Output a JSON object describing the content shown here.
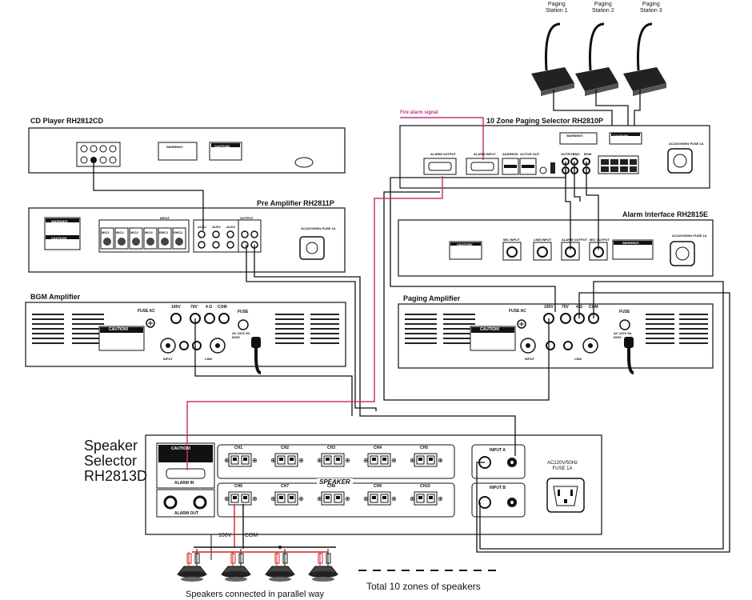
{
  "stations": [
    {
      "line1": "Paging",
      "line2": "Station 1"
    },
    {
      "line1": "Paging",
      "line2": "Station 2"
    },
    {
      "line1": "Paging",
      "line2": "Station 3"
    }
  ],
  "fire_alarm_signal": "Fire alarm signal",
  "devices": {
    "paging_selector": "10 Zone Paging Selector RH2810P",
    "cd_player": "CD Player RH2812CD",
    "pre_amp": "Pre Amplifier RH2811P",
    "alarm_interface": "Alarm Interface RH2815E",
    "bgm_amp": "BGM Amplifier",
    "paging_amp": "Paging Amplifier",
    "speaker_selector": [
      "Speaker",
      "Selector",
      "RH2813D"
    ]
  },
  "panel_text": {
    "warning": "WARNING!",
    "caution": "CAUTION!",
    "caution_amp": "CAUTION!",
    "alarm_output": "ALARM OUTPUT",
    "alarm_input": "ALARM INPUT",
    "address": "ADDRESS",
    "active_out": "ACTIVE OUT",
    "output": "OUTPUT",
    "emc": "EMC",
    "bgm": "BGM",
    "input": "INPUT",
    "link": "LINK",
    "fuse_ac": "FUSE AC",
    "fuse": "FUSE",
    "ac_rating": "AC 220V 50-60HZ",
    "mains_small": "AC220V/50Hz FUSE 1A",
    "taps": [
      "100V",
      "70V",
      "4 Ω",
      "COM"
    ],
    "pre_inputs": [
      "MIC1",
      "MIC2",
      "MIC3",
      "MIC4",
      "EMC1",
      "EMC2"
    ],
    "pre_aux": [
      "AUX1",
      "AUX2",
      "AUX3"
    ],
    "alarm_if_jacks": [
      "MIC INPUT",
      "LINE INPUT",
      "ALARM OUTPUT",
      "MIC OUTPUT"
    ],
    "speaker": "SPEAKER",
    "alarm_in": "ALARM IN",
    "alarm_out": "ALARM OUT",
    "input_a": "INPUT A",
    "input_b": "INPUT B",
    "ac_mains": "AC220V/50Hz",
    "fuse_1a": "FUSE 1A",
    "channels_row1": [
      "CH1",
      "CH2",
      "CH3",
      "CH4",
      "CH5"
    ],
    "channels_row2": [
      "CH6",
      "CH7",
      "CH8",
      "CH9",
      "CH10"
    ],
    "line_100v": "100V",
    "line_com": "COM"
  },
  "captions": {
    "parallel": "Speakers connected in parallel way",
    "total": "Total 10 zones of speakers"
  },
  "colors": {
    "alarm_wire": "#c8327a",
    "speaker_wire": "#d42020",
    "wire": "#111111"
  }
}
